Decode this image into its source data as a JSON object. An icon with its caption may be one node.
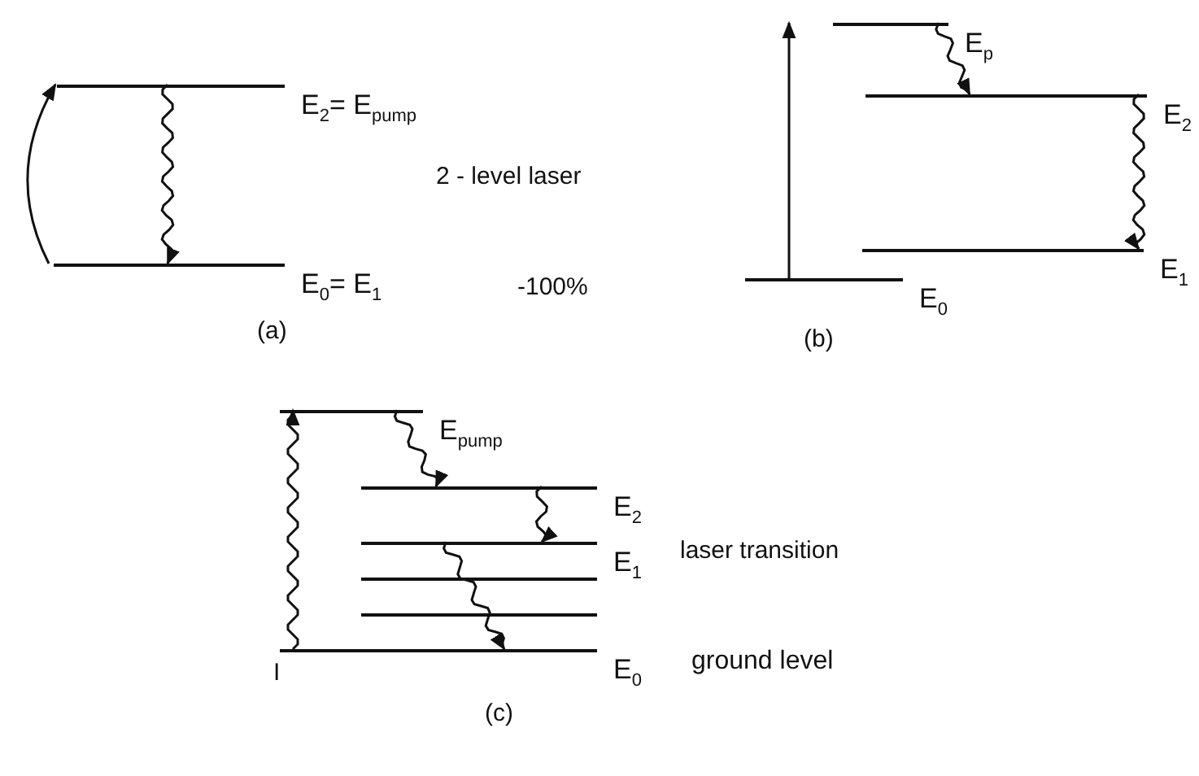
{
  "diagram": {
    "nodes": [
      {
        "text": [
          "E$_{2}$= E$_{pump}$"
        ]
      },
      {
        "text": [
          "E$_{0}$= E$_{1}$"
        ]
      },
      {
        "text": [
          "E$_{p}$"
        ]
      },
      {
        "text": [
          "E$_{2}$"
        ]
      },
      {
        "text": [
          "E$_{1}$"
        ]
      },
      {
        "text": [
          "E$_{0}$"
        ]
      },
      {
        "text": [
          "E$_{pump}$"
        ]
      },
      {
        "text": [
          "E$_{2}$"
        ]
      },
      {
        "text": [
          "E$_{1}$"
        ]
      },
      {
        "text": [],
        "shape": "bar"
      },
      {
        "text": [],
        "shape": "bar"
      },
      {
        "text": [
          "E$_{0}$"
        ],
        "beside": [
          "ground level"
        ]
      }
    ],
    "edges": [
      {
        "from": 1,
        "to": 0,
        "arrow": "to"
      },
      {
        "from": 0,
        "to": 1,
        "arrow": "to"
      },
      {
        "from": 5,
        "to": 2,
        "arrow": "to"
      },
      {
        "from": 2,
        "to": 3,
        "arrow": "to"
      },
      {
        "from": 3,
        "to": 4,
        "arrow": "to"
      },
      {
        "from": 11,
        "to": 6,
        "arrow": "to"
      },
      {
        "from": 6,
        "to": 7,
        "arrow": "to"
      },
      {
        "from": 7,
        "to": 8,
        "arrow": "to"
      },
      {
        "from": 8,
        "to": 11,
        "arrow": "to"
      }
    ],
    "labels": [
      "2 - level laser",
      "-100%",
      "(a)",
      "(b)",
      "laser transition",
      "I",
      "(c)"
    ]
  }
}
